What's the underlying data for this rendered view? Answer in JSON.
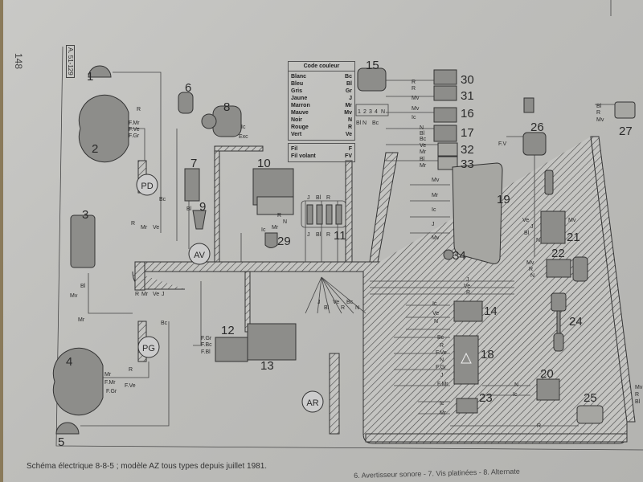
{
  "page": {
    "page_number": "148",
    "reference": "A. 51-129",
    "caption": "Schéma électrique 8-8-5 ; modèle AZ tous types depuis juillet 1981.",
    "caption_partial_next_line": "6. Avertisseur sonore - 7. Vis platinées - 8. Alternate"
  },
  "legend": {
    "title": "Code couleur",
    "colors": [
      {
        "name": "Blanc",
        "code": "Bc"
      },
      {
        "name": "Bleu",
        "code": "Bl"
      },
      {
        "name": "Gris",
        "code": "Gr"
      },
      {
        "name": "Jaune",
        "code": "J"
      },
      {
        "name": "Marron",
        "code": "Mr"
      },
      {
        "name": "Mauve",
        "code": "Mv"
      },
      {
        "name": "Noir",
        "code": "N"
      },
      {
        "name": "Rouge",
        "code": "R"
      },
      {
        "name": "Vert",
        "code": "Ve"
      }
    ],
    "wire_types": [
      {
        "name": "Fil",
        "code": "F"
      },
      {
        "name": "Fil volant",
        "code": "FV"
      }
    ]
  },
  "harness_nodes": {
    "front": "AV",
    "left_front": "PD",
    "left_rear": "PG",
    "rear": "AR"
  },
  "components": {
    "c1": "1",
    "c2": "2",
    "c3": "3",
    "c4": "4",
    "c5": "5",
    "c6": "6",
    "c7": "7",
    "c8": "8",
    "c9": "9",
    "c10": "10",
    "c11": "11",
    "c12": "12",
    "c13": "13",
    "c14": "14",
    "c15": "15",
    "c16": "16",
    "c17": "17",
    "c18": "18",
    "c19": "19",
    "c20": "20",
    "c21": "21",
    "c22": "22",
    "c23": "23",
    "c24": "24",
    "c25": "25",
    "c26": "26",
    "c27": "27",
    "c29": "29",
    "c30": "30",
    "c31": "31",
    "c32": "32",
    "c33": "33",
    "c34": "34"
  },
  "wire_labels": {
    "c1_wire": "R",
    "c2_r": "R",
    "c2_fmr": "F.Mr",
    "c2_fve": "F.Ve",
    "c2_fgr": "F.Gr",
    "pd_r": "R",
    "pd_mr": "Mr",
    "pd_ve": "Ve",
    "pd_bc": "Bc",
    "c3_mv": "Mv",
    "c3_bl": "Bl",
    "c3_mr": "Mr",
    "pg_r": "R",
    "pg_mr": "Mr",
    "pg_ve": "Ve",
    "pg_j": "J",
    "pg_bc": "Bc",
    "c4_r": "R",
    "c4_mr": "Mr",
    "c4_fmr": "F.Mr",
    "c4_fve": "F.Ve",
    "c4_fgr": "F.Gr",
    "c7_bl": "Bl",
    "c9_bl": "Bl",
    "c8_plus": "+",
    "c8_ic": "Ic",
    "c8_exc": "Exc",
    "c10_r": "R",
    "c10_n": "N",
    "c11_top": [
      "J",
      "Bl",
      "R"
    ],
    "c11_bottom": [
      "J",
      "Bl",
      "R"
    ],
    "c29_ic": "Ic",
    "c29_mr": "Mr",
    "c12": [
      "F.Gr",
      "F.Bc",
      "F.Bl"
    ],
    "ar_fan": [
      "J",
      "Bl",
      "Ve",
      "R",
      "Bc",
      "N"
    ],
    "c15_pins": [
      "1",
      "2",
      "3",
      "4"
    ],
    "c15_n": "N",
    "c15_bottom": [
      "Bl",
      "N",
      "Bc"
    ],
    "c30_r": "R",
    "c31_r": "R",
    "c31_mv": "Mv",
    "c16_mv": "Mv",
    "c16_ic": "Ic",
    "c17": [
      "N",
      "Bl",
      "Bc"
    ],
    "c32": [
      "Ve",
      "Mr"
    ],
    "c33": [
      "Bl",
      "Mr"
    ],
    "c19": [
      "Mv",
      "Mr",
      "Ic",
      "J",
      "Mv"
    ],
    "c26_fv": "F.V",
    "c27": [
      "Bl",
      "R",
      "Mv"
    ],
    "c21": [
      "Ve",
      "J",
      "Bl",
      "N",
      "Mv"
    ],
    "c22": [
      "Mv",
      "R",
      "N"
    ],
    "mid_right": [
      "J",
      "Ve",
      "R"
    ],
    "c14": [
      "Ic",
      "Ve",
      "N"
    ],
    "c18": [
      "Bc",
      "R",
      "F.Ve",
      "N",
      "F.Gr",
      "J",
      "F.Mr"
    ],
    "c23": [
      "Ic",
      "Mr"
    ],
    "c20": [
      "N",
      "Ic"
    ],
    "c25_r": "R",
    "edge_right": [
      "Mv",
      "R",
      "Bl"
    ]
  }
}
